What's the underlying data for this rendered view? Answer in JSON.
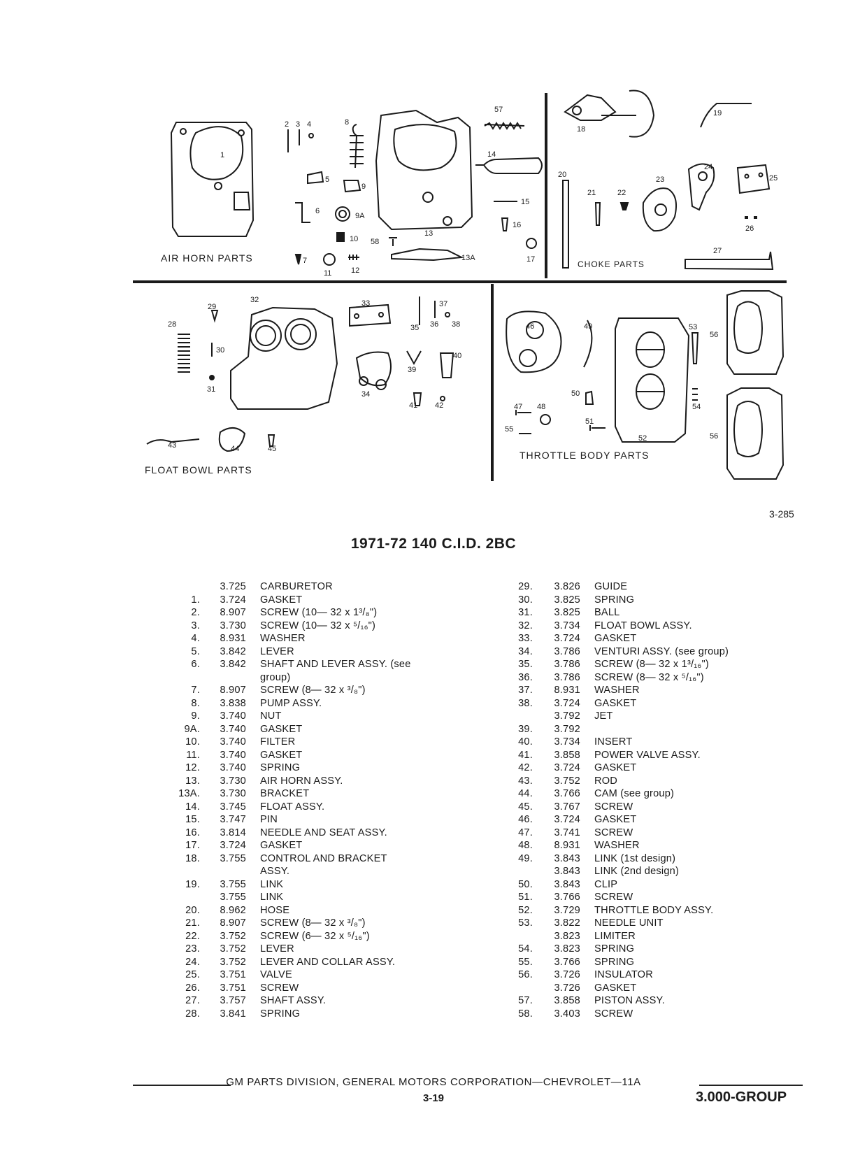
{
  "diagram": {
    "sections": {
      "air_horn": "AIR HORN PARTS",
      "choke": "CHOKE PARTS",
      "float_bowl": "FLOAT BOWL PARTS",
      "throttle_body": "THROTTLE BODY PARTS"
    },
    "callouts": [
      "1",
      "2",
      "3",
      "4",
      "5",
      "6",
      "7",
      "8",
      "9",
      "9A",
      "10",
      "11",
      "12",
      "13",
      "13A",
      "14",
      "15",
      "16",
      "17",
      "18",
      "19",
      "20",
      "21",
      "22",
      "23",
      "24",
      "25",
      "26",
      "27",
      "28",
      "29",
      "30",
      "31",
      "32",
      "33",
      "34",
      "35",
      "36",
      "37",
      "38",
      "39",
      "40",
      "41",
      "42",
      "43",
      "44",
      "45",
      "46",
      "47",
      "48",
      "49",
      "50",
      "51",
      "52",
      "53",
      "54",
      "55",
      "56",
      "56",
      "57",
      "58"
    ]
  },
  "figure_number": "3-285",
  "title": "1971-72  140  C.I.D.  2BC",
  "parts_left": [
    {
      "num": "",
      "part": "3.725",
      "desc": "CARBURETOR"
    },
    {
      "num": "1.",
      "part": "3.724",
      "desc": "GASKET"
    },
    {
      "num": "2.",
      "part": "8.907",
      "desc": "SCREW (10— 32 x 1³/₈\")"
    },
    {
      "num": "3.",
      "part": "3.730",
      "desc": "SCREW (10— 32 x ⁵/₁₆\")"
    },
    {
      "num": "4.",
      "part": "8.931",
      "desc": "WASHER"
    },
    {
      "num": "5.",
      "part": "3.842",
      "desc": "LEVER"
    },
    {
      "num": "6.",
      "part": "3.842",
      "desc": "SHAFT AND LEVER ASSY. (see"
    },
    {
      "num": "",
      "part": "",
      "desc": "group)"
    },
    {
      "num": "7.",
      "part": "8.907",
      "desc": "SCREW (8— 32 x ³/₈\")"
    },
    {
      "num": "8.",
      "part": "3.838",
      "desc": "PUMP ASSY."
    },
    {
      "num": "9.",
      "part": "3.740",
      "desc": "NUT"
    },
    {
      "num": "9A.",
      "part": "3.740",
      "desc": "GASKET"
    },
    {
      "num": "10.",
      "part": "3.740",
      "desc": "FILTER"
    },
    {
      "num": "11.",
      "part": "3.740",
      "desc": "GASKET"
    },
    {
      "num": "12.",
      "part": "3.740",
      "desc": "SPRING"
    },
    {
      "num": "13.",
      "part": "3.730",
      "desc": "AIR HORN ASSY."
    },
    {
      "num": "13A.",
      "part": "3.730",
      "desc": "BRACKET"
    },
    {
      "num": "14.",
      "part": "3.745",
      "desc": "FLOAT ASSY."
    },
    {
      "num": "15.",
      "part": "3.747",
      "desc": "PIN"
    },
    {
      "num": "16.",
      "part": "3.814",
      "desc": "NEEDLE AND SEAT ASSY."
    },
    {
      "num": "17.",
      "part": "3.724",
      "desc": "GASKET"
    },
    {
      "num": "18.",
      "part": "3.755",
      "desc": "CONTROL AND BRACKET"
    },
    {
      "num": "",
      "part": "",
      "desc": "ASSY."
    },
    {
      "num": "19.",
      "part": "3.755",
      "desc": "LINK"
    },
    {
      "num": "",
      "part": "3.755",
      "desc": "LINK"
    },
    {
      "num": "20.",
      "part": "8.962",
      "desc": "HOSE"
    },
    {
      "num": "21.",
      "part": "8.907",
      "desc": "SCREW (8— 32 x ³/₈\")"
    },
    {
      "num": "22.",
      "part": "3.752",
      "desc": "SCREW (6— 32 x ⁵/₁₆\")"
    },
    {
      "num": "23.",
      "part": "3.752",
      "desc": "LEVER"
    },
    {
      "num": "24.",
      "part": "3.752",
      "desc": "LEVER AND COLLAR ASSY."
    },
    {
      "num": "25.",
      "part": "3.751",
      "desc": "VALVE"
    },
    {
      "num": "26.",
      "part": "3.751",
      "desc": "SCREW"
    },
    {
      "num": "27.",
      "part": "3.757",
      "desc": "SHAFT ASSY."
    },
    {
      "num": "28.",
      "part": "3.841",
      "desc": "SPRING"
    }
  ],
  "parts_right": [
    {
      "num": "29.",
      "part": "3.826",
      "desc": "GUIDE"
    },
    {
      "num": "30.",
      "part": "3.825",
      "desc": "SPRING"
    },
    {
      "num": "31.",
      "part": "3.825",
      "desc": "BALL"
    },
    {
      "num": "32.",
      "part": "3.734",
      "desc": "FLOAT BOWL ASSY."
    },
    {
      "num": "33.",
      "part": "3.724",
      "desc": "GASKET"
    },
    {
      "num": "34.",
      "part": "3.786",
      "desc": "VENTURI ASSY. (see group)"
    },
    {
      "num": "35.",
      "part": "3.786",
      "desc": "SCREW (8— 32 x 1³/₁₆\")"
    },
    {
      "num": "36.",
      "part": "3.786",
      "desc": "SCREW (8— 32 x ⁵/₁₆\")"
    },
    {
      "num": "37.",
      "part": "8.931",
      "desc": "WASHER"
    },
    {
      "num": "38.",
      "part": "3.724",
      "desc": "GASKET"
    },
    {
      "num": "",
      "part": "3.792",
      "desc": "JET"
    },
    {
      "num": "39.",
      "part": "3.792",
      "desc": ""
    },
    {
      "num": "40.",
      "part": "3.734",
      "desc": "INSERT"
    },
    {
      "num": "41.",
      "part": "3.858",
      "desc": "POWER VALVE ASSY."
    },
    {
      "num": "42.",
      "part": "3.724",
      "desc": "GASKET"
    },
    {
      "num": "43.",
      "part": "3.752",
      "desc": "ROD"
    },
    {
      "num": "44.",
      "part": "3.766",
      "desc": "CAM (see group)"
    },
    {
      "num": "45.",
      "part": "3.767",
      "desc": "SCREW"
    },
    {
      "num": "46.",
      "part": "3.724",
      "desc": "GASKET"
    },
    {
      "num": "47.",
      "part": "3.741",
      "desc": "SCREW"
    },
    {
      "num": "48.",
      "part": "8.931",
      "desc": "WASHER"
    },
    {
      "num": "49.",
      "part": "3.843",
      "desc": "LINK (1st design)"
    },
    {
      "num": "",
      "part": "3.843",
      "desc": "LINK (2nd design)"
    },
    {
      "num": "50.",
      "part": "3.843",
      "desc": "CLIP"
    },
    {
      "num": "51.",
      "part": "3.766",
      "desc": "SCREW"
    },
    {
      "num": "52.",
      "part": "3.729",
      "desc": "THROTTLE BODY ASSY."
    },
    {
      "num": "53.",
      "part": "3.822",
      "desc": "NEEDLE UNIT"
    },
    {
      "num": "",
      "part": "3.823",
      "desc": "LIMITER"
    },
    {
      "num": "54.",
      "part": "3.823",
      "desc": "SPRING"
    },
    {
      "num": "55.",
      "part": "3.766",
      "desc": "SPRING"
    },
    {
      "num": "56.",
      "part": "3.726",
      "desc": "INSULATOR"
    },
    {
      "num": "",
      "part": "3.726",
      "desc": "GASKET"
    },
    {
      "num": "57.",
      "part": "3.858",
      "desc": "PISTON ASSY."
    },
    {
      "num": "58.",
      "part": "3.403",
      "desc": "SCREW"
    }
  ],
  "footer": {
    "text": "GM PARTS DIVISION, GENERAL MOTORS CORPORATION—CHEVROLET—11A",
    "page": "3-19",
    "group": "3.000-GROUP"
  }
}
